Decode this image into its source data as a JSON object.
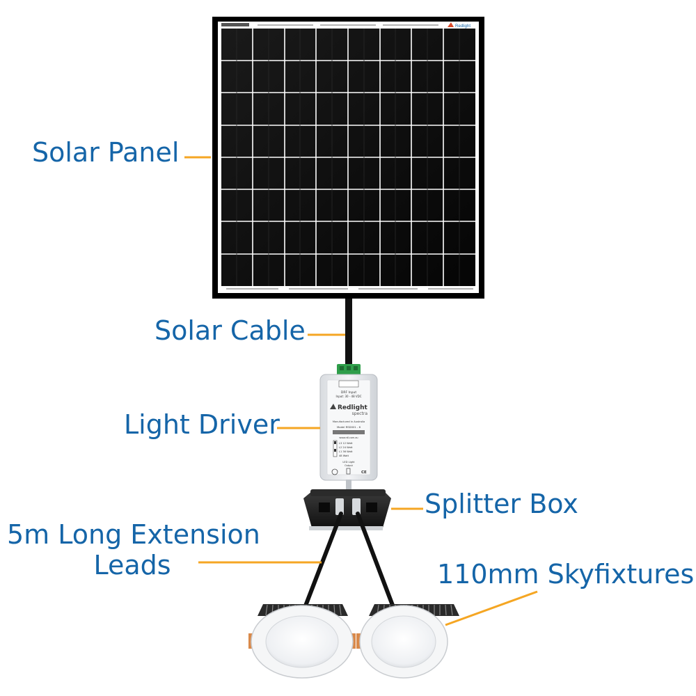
{
  "labels": {
    "solar_panel": "Solar Panel",
    "solar_cable": "Solar Cable",
    "light_driver": "Light Driver",
    "splitter_box": "Splitter Box",
    "extension_line1": "5m Long Extension",
    "extension_line2": "Leads",
    "skyfixtures": "110mm Skyfixtures"
  },
  "panel": {
    "brand": "Redlight"
  },
  "driver": {
    "input_title": "DRF Input",
    "input_spec": "Input: 30 - 48 VDC",
    "brand": "Redlight",
    "sub_brand": "spectra",
    "made_in": "Manufactured in Australia",
    "model": "Model RSD001 - 6",
    "website": "www.rdl.com.au",
    "settings": [
      "L3  12 Watt",
      "L2  24 Watt",
      "L1  36 Watt",
      "     48 Watt"
    ],
    "output_title": "LED Light",
    "output_sub": "Output",
    "ce_mark": "CE"
  },
  "colors": {
    "label_text": "#1565a8",
    "leader_line": "#f5a623",
    "cable": "#111111",
    "panel_frame": "#000000",
    "connector": "#2e9e4a"
  }
}
